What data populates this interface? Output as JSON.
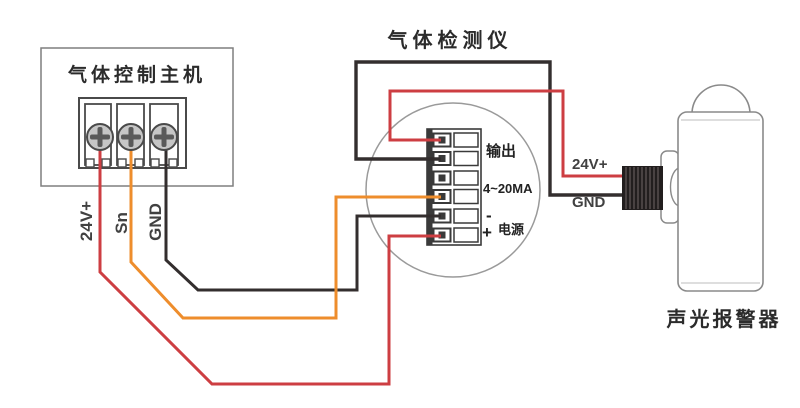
{
  "colors": {
    "wire_red": "#cd3e42",
    "wire_orange": "#ee8d2c",
    "wire_black": "#332e2e",
    "outline_dark": "#3a3a3a",
    "box_border": "#7f7f7f",
    "circle_gray": "#9a9a9a",
    "device_gray": "#8a8a8a"
  },
  "controller": {
    "title": "气体控制主机",
    "wire_labels": [
      {
        "name": "24v-plus",
        "label": "24V+",
        "wire_color": "#cd3e42"
      },
      {
        "name": "sn",
        "label": "Sn",
        "wire_color": "#ee8d2c"
      },
      {
        "name": "gnd",
        "label": "GND",
        "wire_color": "#332e2e"
      }
    ]
  },
  "detector": {
    "title": "气体检测仪",
    "terminal_labels": {
      "output": "输出",
      "signal": "4~20MA",
      "minus": "-",
      "power": "电源",
      "plus": "+"
    }
  },
  "alarm": {
    "title": "声光报警器",
    "power_labels": {
      "v24": "24V+",
      "gnd": "GND"
    }
  }
}
